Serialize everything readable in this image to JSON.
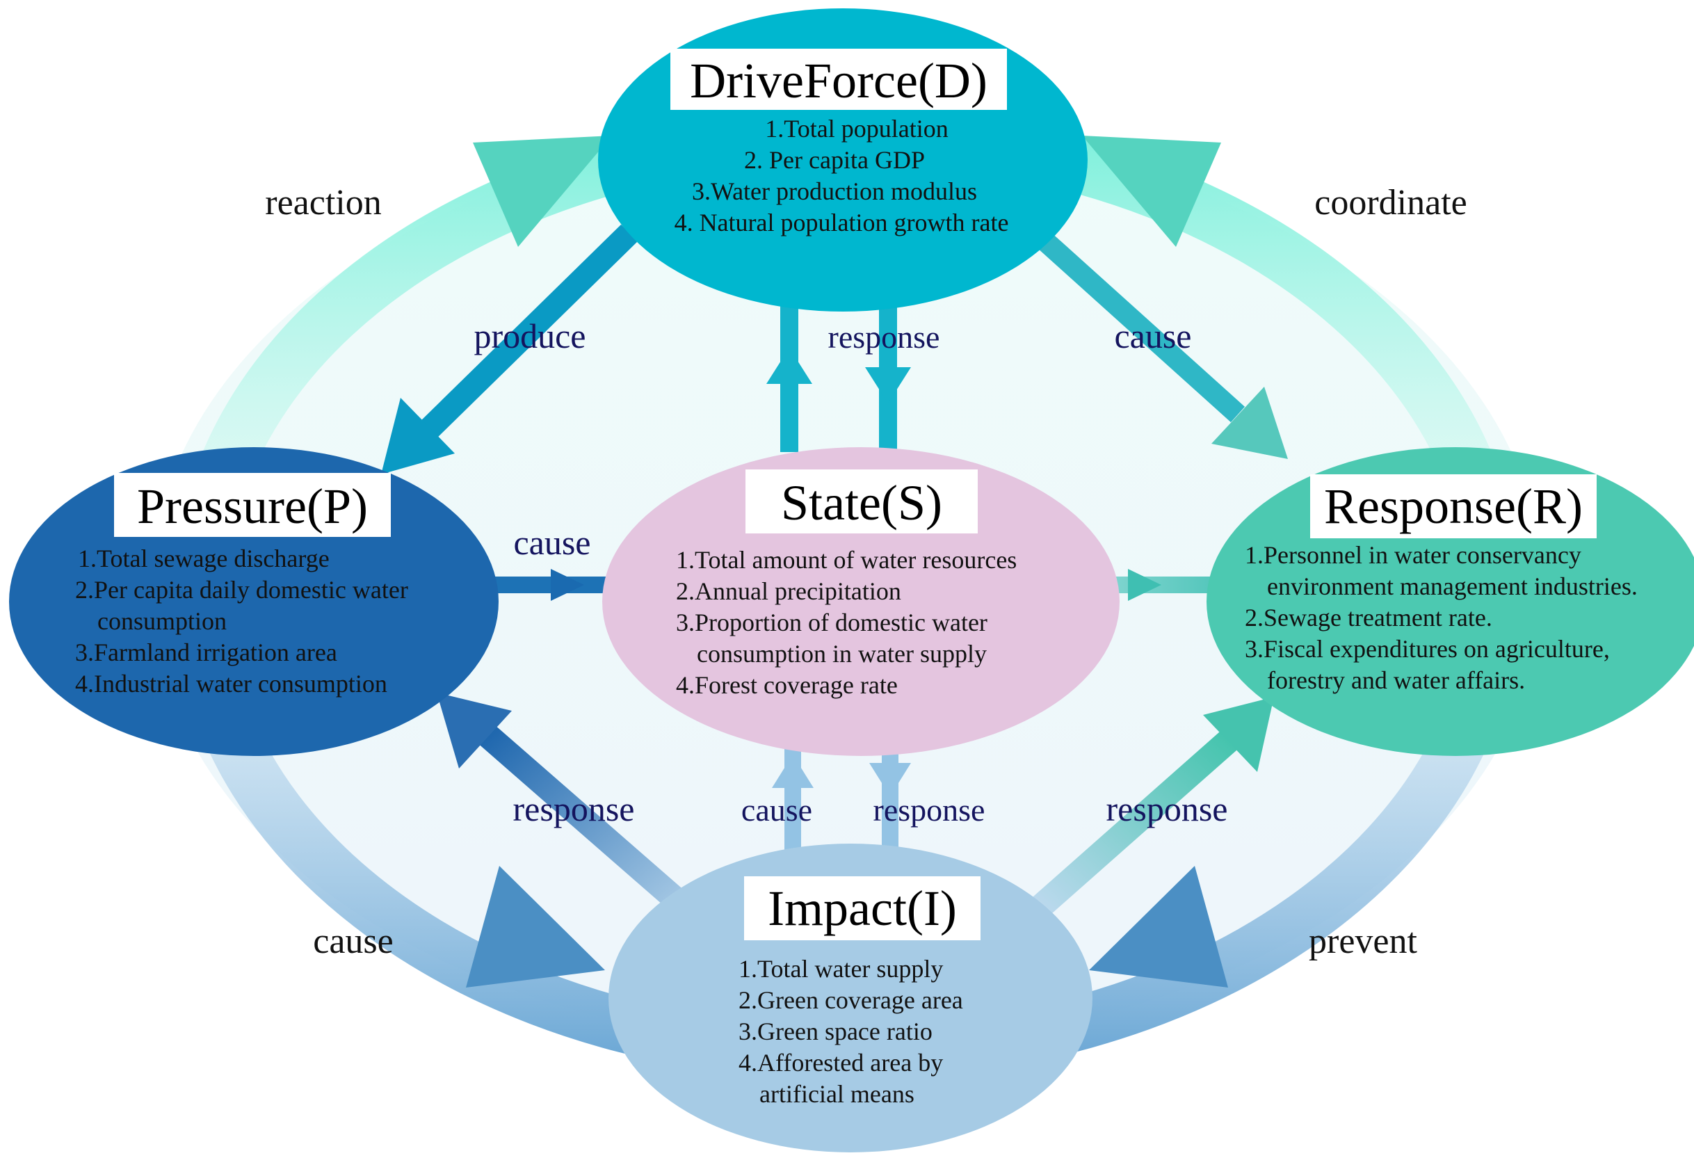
{
  "nodes": {
    "drive": {
      "title": "DriveForce(D)",
      "color": "#00b7cf",
      "items": [
        "1.Total population",
        "2. Per capita GDP",
        "3.Water production modulus",
        "4. Natural population growth rate"
      ]
    },
    "pressure": {
      "title": "Pressure(P)",
      "color": "#1d67ad",
      "items": [
        "1.Total sewage discharge",
        "2.Per capita daily domestic water",
        "consumption",
        "3.Farmland irrigation area",
        "4.Industrial water consumption"
      ]
    },
    "state": {
      "title": "State(S)",
      "color": "#e4c5df",
      "items": [
        "1.Total amount of water resources",
        "2.Annual precipitation",
        "3.Proportion of domestic water",
        "consumption in water supply",
        "4.Forest coverage rate"
      ]
    },
    "response": {
      "title": "Response(R)",
      "color": "#4cc9b1",
      "items": [
        "1.Personnel in water conservancy",
        "environment management industries.",
        "2.Sewage treatment rate.",
        "3.Fiscal expenditures on agriculture,",
        "forestry and water affairs."
      ]
    },
    "impact": {
      "title": "Impact(I)",
      "color": "#a6cbe5",
      "items": [
        "1.Total water supply",
        "2.Green coverage area",
        "3.Green space ratio",
        "4.Afforested area by",
        "artificial means"
      ]
    }
  },
  "edges": {
    "reaction": "reaction",
    "coordinate": "coordinate",
    "produce": "produce",
    "response_ds": "response",
    "cause_dr": "cause",
    "cause_ps": "cause",
    "response_ip": "response",
    "cause_is": "cause",
    "response_si": "response",
    "response_ir": "response",
    "cause_pi": "cause",
    "prevent": "prevent"
  },
  "colors": {
    "outer_top": "#7eeedb",
    "outer_bottom": "#6aa7d6",
    "arrow_top": "#55d3bf",
    "arrow_bottom": "#4b8fc4",
    "inner_dark": "#0a9ac4",
    "inner_teal": "#47c5c0",
    "inner_light": "#8ec0e2",
    "text_dark": "#14145e"
  }
}
